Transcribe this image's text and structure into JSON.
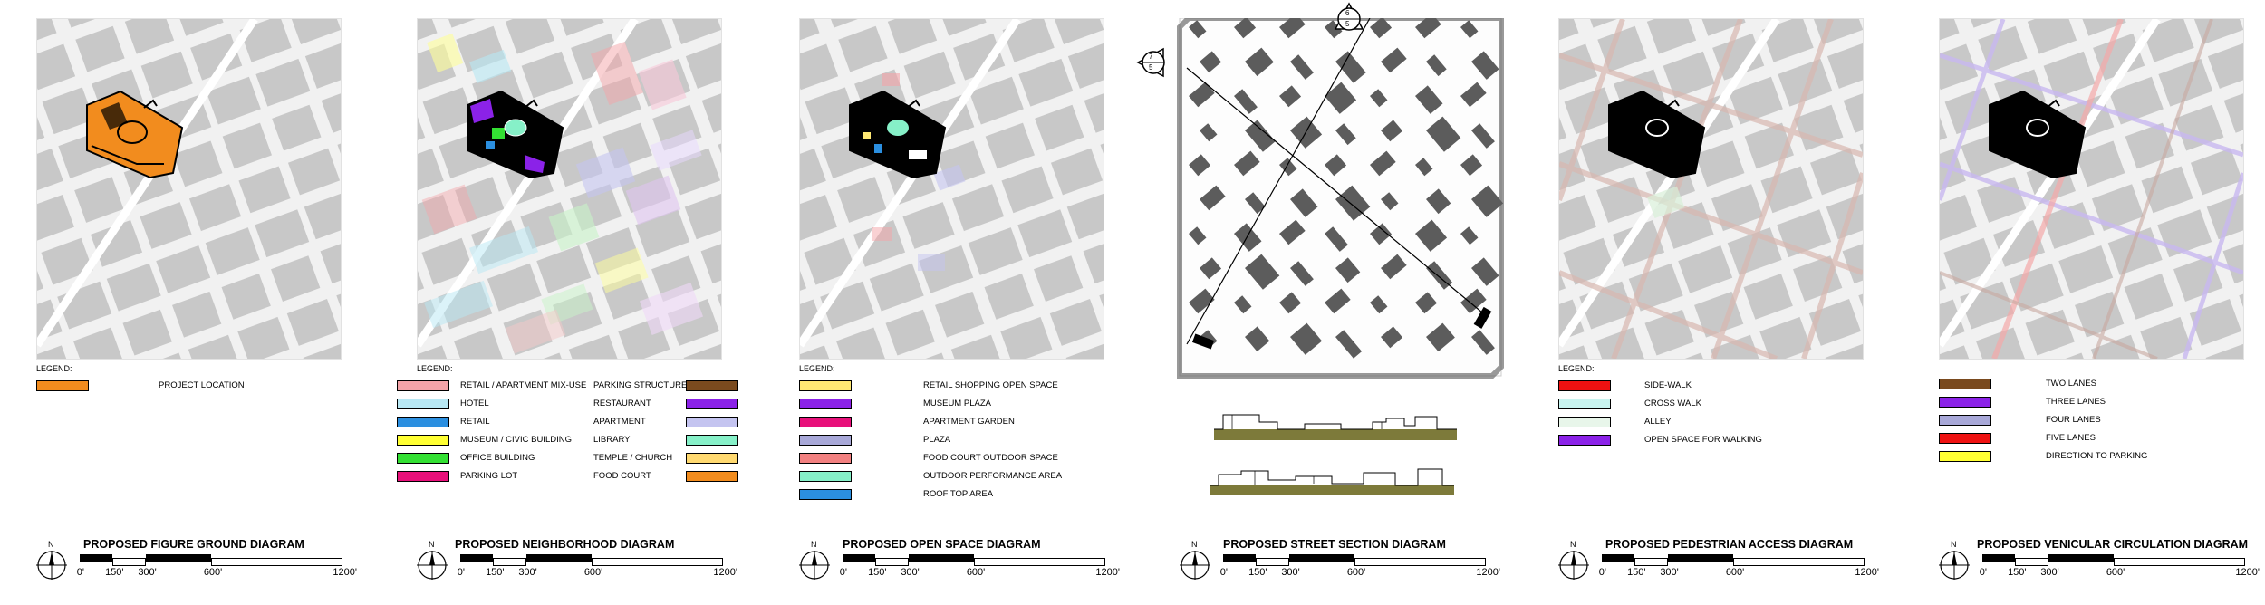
{
  "panels": [
    {
      "id": "figure-ground",
      "title": "PROPOSED FIGURE GROUND DIAGRAM",
      "legend_title": "LEGEND:",
      "legend": [
        {
          "label": "PROJECT LOCATION",
          "color": "#f28c1e"
        }
      ]
    },
    {
      "id": "neighborhood",
      "title": "PROPOSED NEIGHBORHOOD DIAGRAM",
      "legend_title": "LEGEND:",
      "legend_left": [
        {
          "label": "RETAIL / APARTMENT MIX-USE",
          "color": "#f4a3a8"
        },
        {
          "label": "HOTEL",
          "color": "#b8e8f4"
        },
        {
          "label": "RETAIL",
          "color": "#2b8fe0"
        },
        {
          "label": "MUSEUM / CIVIC BUILDING",
          "color": "#ffff33"
        },
        {
          "label": "OFFICE BUILDING",
          "color": "#33e033"
        },
        {
          "label": "PARKING LOT",
          "color": "#e8107a"
        }
      ],
      "legend_right": [
        {
          "label": "PARKING STRUCTURE",
          "color": "#7a4a1e"
        },
        {
          "label": "RESTAURANT",
          "color": "#8b22e8"
        },
        {
          "label": "APARTMENT",
          "color": "#c4c4f0"
        },
        {
          "label": "LIBRARY",
          "color": "#86f0c8"
        },
        {
          "label": "TEMPLE / CHURCH",
          "color": "#ffd970"
        },
        {
          "label": "FOOD COURT",
          "color": "#f28c1e"
        }
      ]
    },
    {
      "id": "open-space",
      "title": "PROPOSED OPEN SPACE DIAGRAM",
      "legend_title": "LEGEND:",
      "legend": [
        {
          "label": "RETAIL SHOPPING OPEN SPACE",
          "color": "#ffe873"
        },
        {
          "label": "MUSEUM PLAZA",
          "color": "#8b22e8"
        },
        {
          "label": "APARTMENT GARDEN",
          "color": "#e8107a"
        },
        {
          "label": "PLAZA",
          "color": "#a8a8d8"
        },
        {
          "label": "FOOD COURT OUTDOOR SPACE",
          "color": "#f28080"
        },
        {
          "label": "OUTDOOR PERFORMANCE AREA",
          "color": "#86f0c8"
        },
        {
          "label": "ROOF TOP AREA",
          "color": "#2b8fe0"
        }
      ]
    },
    {
      "id": "street-section",
      "title": "PROPOSED STREET SECTION DIAGRAM",
      "markers": [
        {
          "top": "7",
          "bottom": "5"
        },
        {
          "top": "6",
          "bottom": "5"
        }
      ]
    },
    {
      "id": "pedestrian",
      "title": "PROPOSED PEDESTRIAN ACCESS DIAGRAM",
      "legend_title": "LEGEND:",
      "legend": [
        {
          "label": "SIDE-WALK",
          "color": "#ee1111"
        },
        {
          "label": "CROSS WALK",
          "color": "#c8f4f0"
        },
        {
          "label": "ALLEY",
          "color": "#e8f6ea"
        },
        {
          "label": "OPEN SPACE FOR WALKING",
          "color": "#8b22e8"
        }
      ]
    },
    {
      "id": "vehicular",
      "title": "PROPOSED VENICULAR CIRCULATION DIAGRAM",
      "legend": [
        {
          "label": "TWO  LANES",
          "color": "#7a4a1e"
        },
        {
          "label": "THREE LANES",
          "color": "#8b22e8"
        },
        {
          "label": "FOUR LANES",
          "color": "#a8a8d8"
        },
        {
          "label": "FIVE LANES",
          "color": "#ee1111"
        },
        {
          "label": "DIRECTION TO PARKING",
          "color": "#ffff33"
        }
      ]
    }
  ],
  "scale": {
    "ticks": [
      "0'",
      "150'",
      "300'",
      "600'",
      "1200'"
    ],
    "values": [
      0,
      150,
      300,
      600,
      1200
    ]
  },
  "north_label": "N",
  "colors": {
    "building": "#c8c8c8",
    "street": "#ffffff",
    "site": "#000000",
    "section_ground": "#7d7a3a"
  }
}
